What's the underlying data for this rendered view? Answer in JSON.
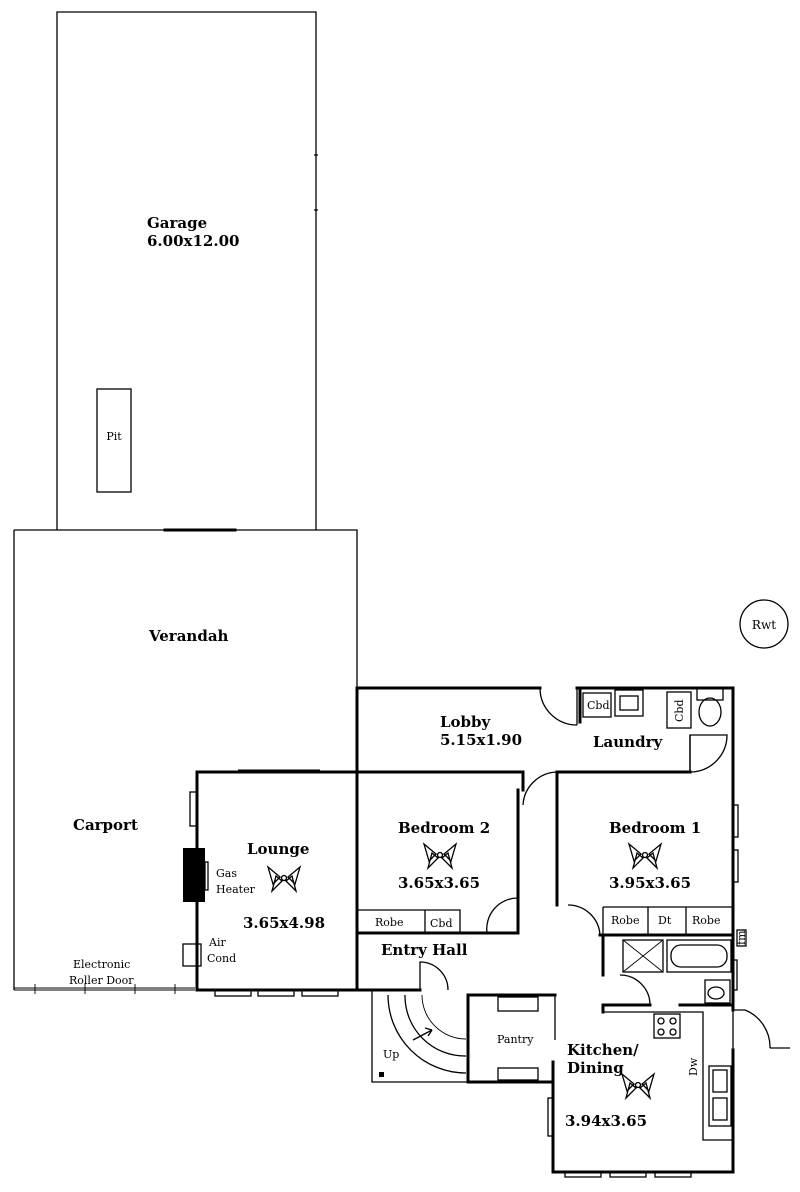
{
  "rooms": {
    "garage": {
      "name": "Garage",
      "size": "6.00x12.00"
    },
    "pit": "Pit",
    "verandah": "Verandah",
    "carport": "Carport",
    "roller_door": [
      "Electronic",
      "Roller Door"
    ],
    "lounge": {
      "name": "Lounge",
      "size": "3.65x4.98"
    },
    "gas_heater": [
      "Gas",
      "Heater"
    ],
    "air_cond": [
      "Air",
      "Cond"
    ],
    "lobby": {
      "name": "Lobby",
      "size": "5.15x1.90"
    },
    "laundry": "Laundry",
    "bedroom2": {
      "name": "Bedroom 2",
      "size": "3.65x3.65"
    },
    "bedroom1": {
      "name": "Bedroom 1",
      "size": "3.95x3.65"
    },
    "entry_hall": "Entry Hall",
    "pantry": "Pantry",
    "kitchen": {
      "name": [
        "Kitchen/",
        "Dining"
      ],
      "size": "3.94x3.65"
    },
    "stairs_up": "Up",
    "rwt": "Rwt"
  },
  "fixtures": {
    "robe": "Robe",
    "cbd": "Cbd",
    "dt": "Dt",
    "dw": "Dw",
    "fm": "fm"
  }
}
